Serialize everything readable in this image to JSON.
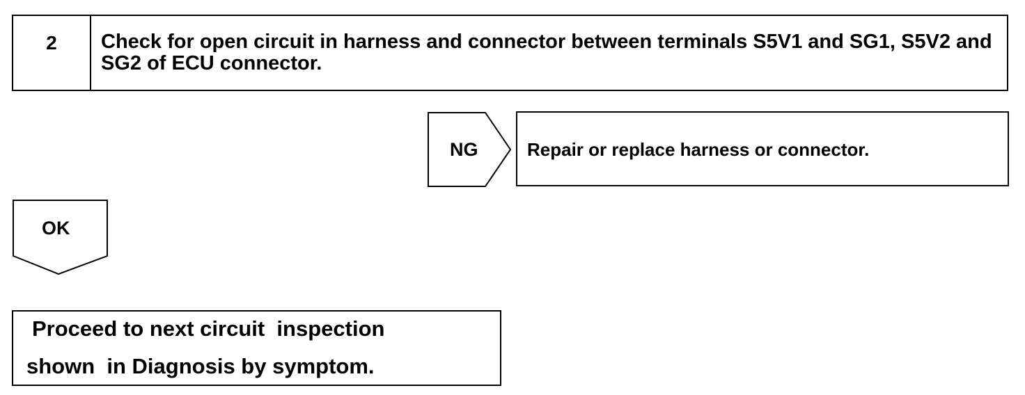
{
  "step": {
    "number": "2",
    "text": "Check for open circuit in harness and connector between terminals S5V1 and SG1, S5V2 and SG2 of ECU connector."
  },
  "ng_branch": {
    "label": "NG",
    "result": "Repair or replace harness or connector."
  },
  "ok_branch": {
    "label": "OK"
  },
  "next_step": {
    "line1": "Proceed to next circuit  inspection",
    "line2": "shown  in Diagnosis by symptom."
  }
}
